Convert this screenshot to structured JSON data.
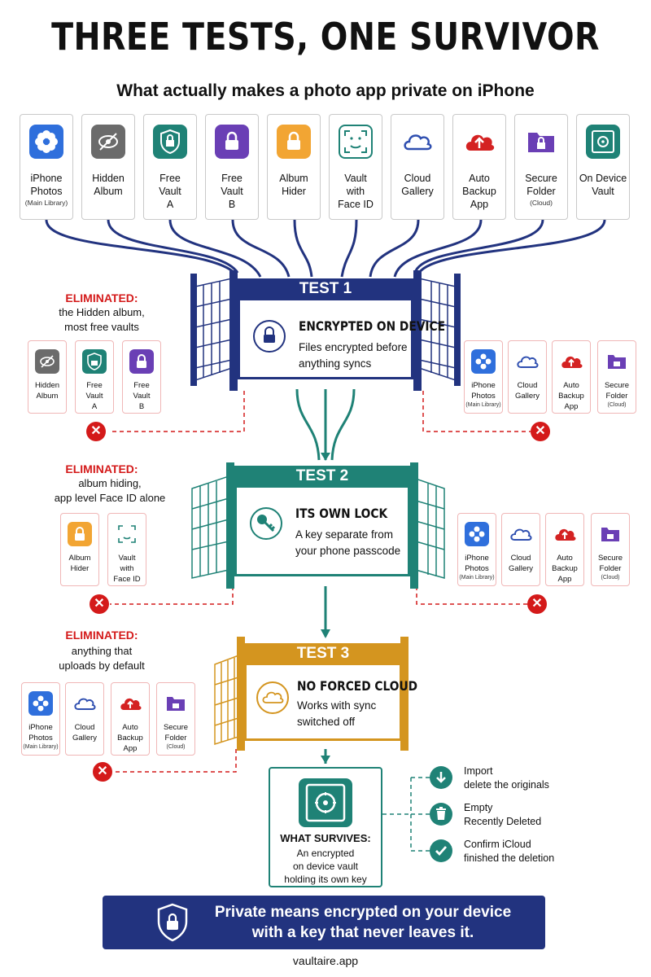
{
  "header": {
    "title": "THREE TESTS, ONE SURVIVOR",
    "subtitle": "What actually makes a photo app private on iPhone"
  },
  "colors": {
    "test1": "#22337f",
    "test2": "#1f8276",
    "test3": "#d4951f",
    "eliminated": "#d41a1a",
    "footer": "#22337f"
  },
  "apps": [
    {
      "name": "iPhone Photos",
      "line1": "iPhone",
      "line2": "Photos",
      "sub": "(Main Library)",
      "icon": "flower-icon",
      "color": "#2f6fdc"
    },
    {
      "name": "Hidden Album",
      "line1": "Hidden",
      "line2": "Album",
      "sub": "",
      "icon": "hidden-eye-icon",
      "color": "#6b6b6b"
    },
    {
      "name": "Free Vault A",
      "line1": "Free",
      "line2": "Vault",
      "line3": "A",
      "icon": "shield-lock-icon",
      "color": "#1f8276"
    },
    {
      "name": "Free Vault B",
      "line1": "Free",
      "line2": "Vault",
      "line3": "B",
      "icon": "lock-icon",
      "color": "#6a3fb5"
    },
    {
      "name": "Album Hider",
      "line1": "Album",
      "line2": "Hider",
      "icon": "lock-icon",
      "color": "#f2a533"
    },
    {
      "name": "Vault with Face ID",
      "line1": "Vault",
      "line2": "with",
      "line3": "Face ID",
      "icon": "face-id-icon",
      "color": "#1f8276"
    },
    {
      "name": "Cloud Gallery",
      "line1": "Cloud",
      "line2": "Gallery",
      "icon": "cloud-icon",
      "color": "#2f4fb0"
    },
    {
      "name": "Auto Backup App",
      "line1": "Auto",
      "line2": "Backup",
      "line3": "App",
      "icon": "cloud-upload-icon",
      "color": "#d42222"
    },
    {
      "name": "Secure Folder",
      "line1": "Secure",
      "line2": "Folder",
      "sub": "(Cloud)",
      "icon": "folder-lock-icon",
      "color": "#6a3fb5"
    },
    {
      "name": "On Device Vault",
      "line1": "On Device",
      "line2": "Vault",
      "icon": "safe-icon",
      "color": "#1f8276"
    }
  ],
  "tests": [
    {
      "label": "TEST 1",
      "heading": "ENCRYPTED ON DEVICE",
      "desc1": "Files encrypted before",
      "desc2": "anything syncs",
      "icon": "lock-icon"
    },
    {
      "label": "TEST 2",
      "heading": "ITS OWN LOCK",
      "desc1": "A key separate from",
      "desc2": "your phone passcode",
      "icon": "key-icon"
    },
    {
      "label": "TEST 3",
      "heading": "NO FORCED CLOUD",
      "desc1": "Works with sync",
      "desc2": "switched off",
      "icon": "cloud-off-icon"
    }
  ],
  "eliminated": [
    {
      "head": "ELIMINATED:",
      "line1": "the Hidden album,",
      "line2": "most free vaults"
    },
    {
      "head": "ELIMINATED:",
      "line1": "album hiding,",
      "line2": "app level Face ID alone"
    },
    {
      "head": "ELIMINATED:",
      "line1": "anything that",
      "line2": "uploads by default"
    }
  ],
  "survivor": {
    "head": "WHAT SURVIVES:",
    "line1": "An encrypted",
    "line2": "on device vault",
    "line3": "holding its own key"
  },
  "steps": [
    {
      "line1": "Import",
      "line2": "delete the originals",
      "icon": "download-icon"
    },
    {
      "line1": "Empty",
      "line2": "Recently Deleted",
      "icon": "trash-icon"
    },
    {
      "line1": "Confirm iCloud",
      "line2": "finished the deletion",
      "icon": "check-icon"
    }
  ],
  "footer": {
    "line1": "Private means encrypted on your device",
    "line2": "with a key that never leaves it.",
    "url": "vaultaire.app"
  }
}
